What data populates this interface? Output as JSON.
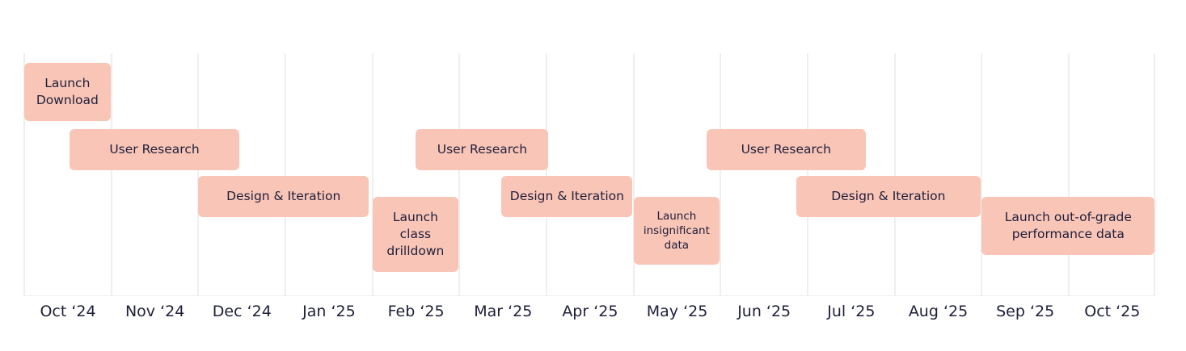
{
  "colors": {
    "bar_fill": "#f9c5b7",
    "text": "#1e1f3a",
    "grid": "#f0efef"
  },
  "months": [
    "Oct ‘24",
    "Nov ‘24",
    "Dec ‘24",
    "Jan ‘25",
    "Feb ‘25",
    "Mar ‘25",
    "Apr ‘25",
    "May ‘25",
    "Jun ‘25",
    "Jul ‘25",
    "Aug ‘25",
    "Sep ‘25",
    "Oct ‘25"
  ],
  "tasks": [
    {
      "label": "Launch Download",
      "start": "2024-10-01",
      "end": "2024-10-31"
    },
    {
      "label": "User Research",
      "start": "2024-10-17",
      "end": "2024-12-15"
    },
    {
      "label": "Design & Iteration",
      "start": "2024-12-01",
      "end": "2025-01-30"
    },
    {
      "label": "Launch class drilldown",
      "start": "2025-02-01",
      "end": "2025-02-28"
    },
    {
      "label": "User Research",
      "start": "2025-02-15",
      "end": "2025-04-01"
    },
    {
      "label": "Design & Iteration",
      "start": "2025-03-16",
      "end": "2025-04-30"
    },
    {
      "label": "Launch insignificant data",
      "start": "2025-05-01",
      "end": "2025-05-31"
    },
    {
      "label": "User Research",
      "start": "2025-05-27",
      "end": "2025-07-21"
    },
    {
      "label": "Design & Iteration",
      "start": "2025-06-27",
      "end": "2025-08-31"
    },
    {
      "label": "Launch out-of-grade performance data",
      "start": "2025-09-01",
      "end": "2025-10-31"
    }
  ]
}
